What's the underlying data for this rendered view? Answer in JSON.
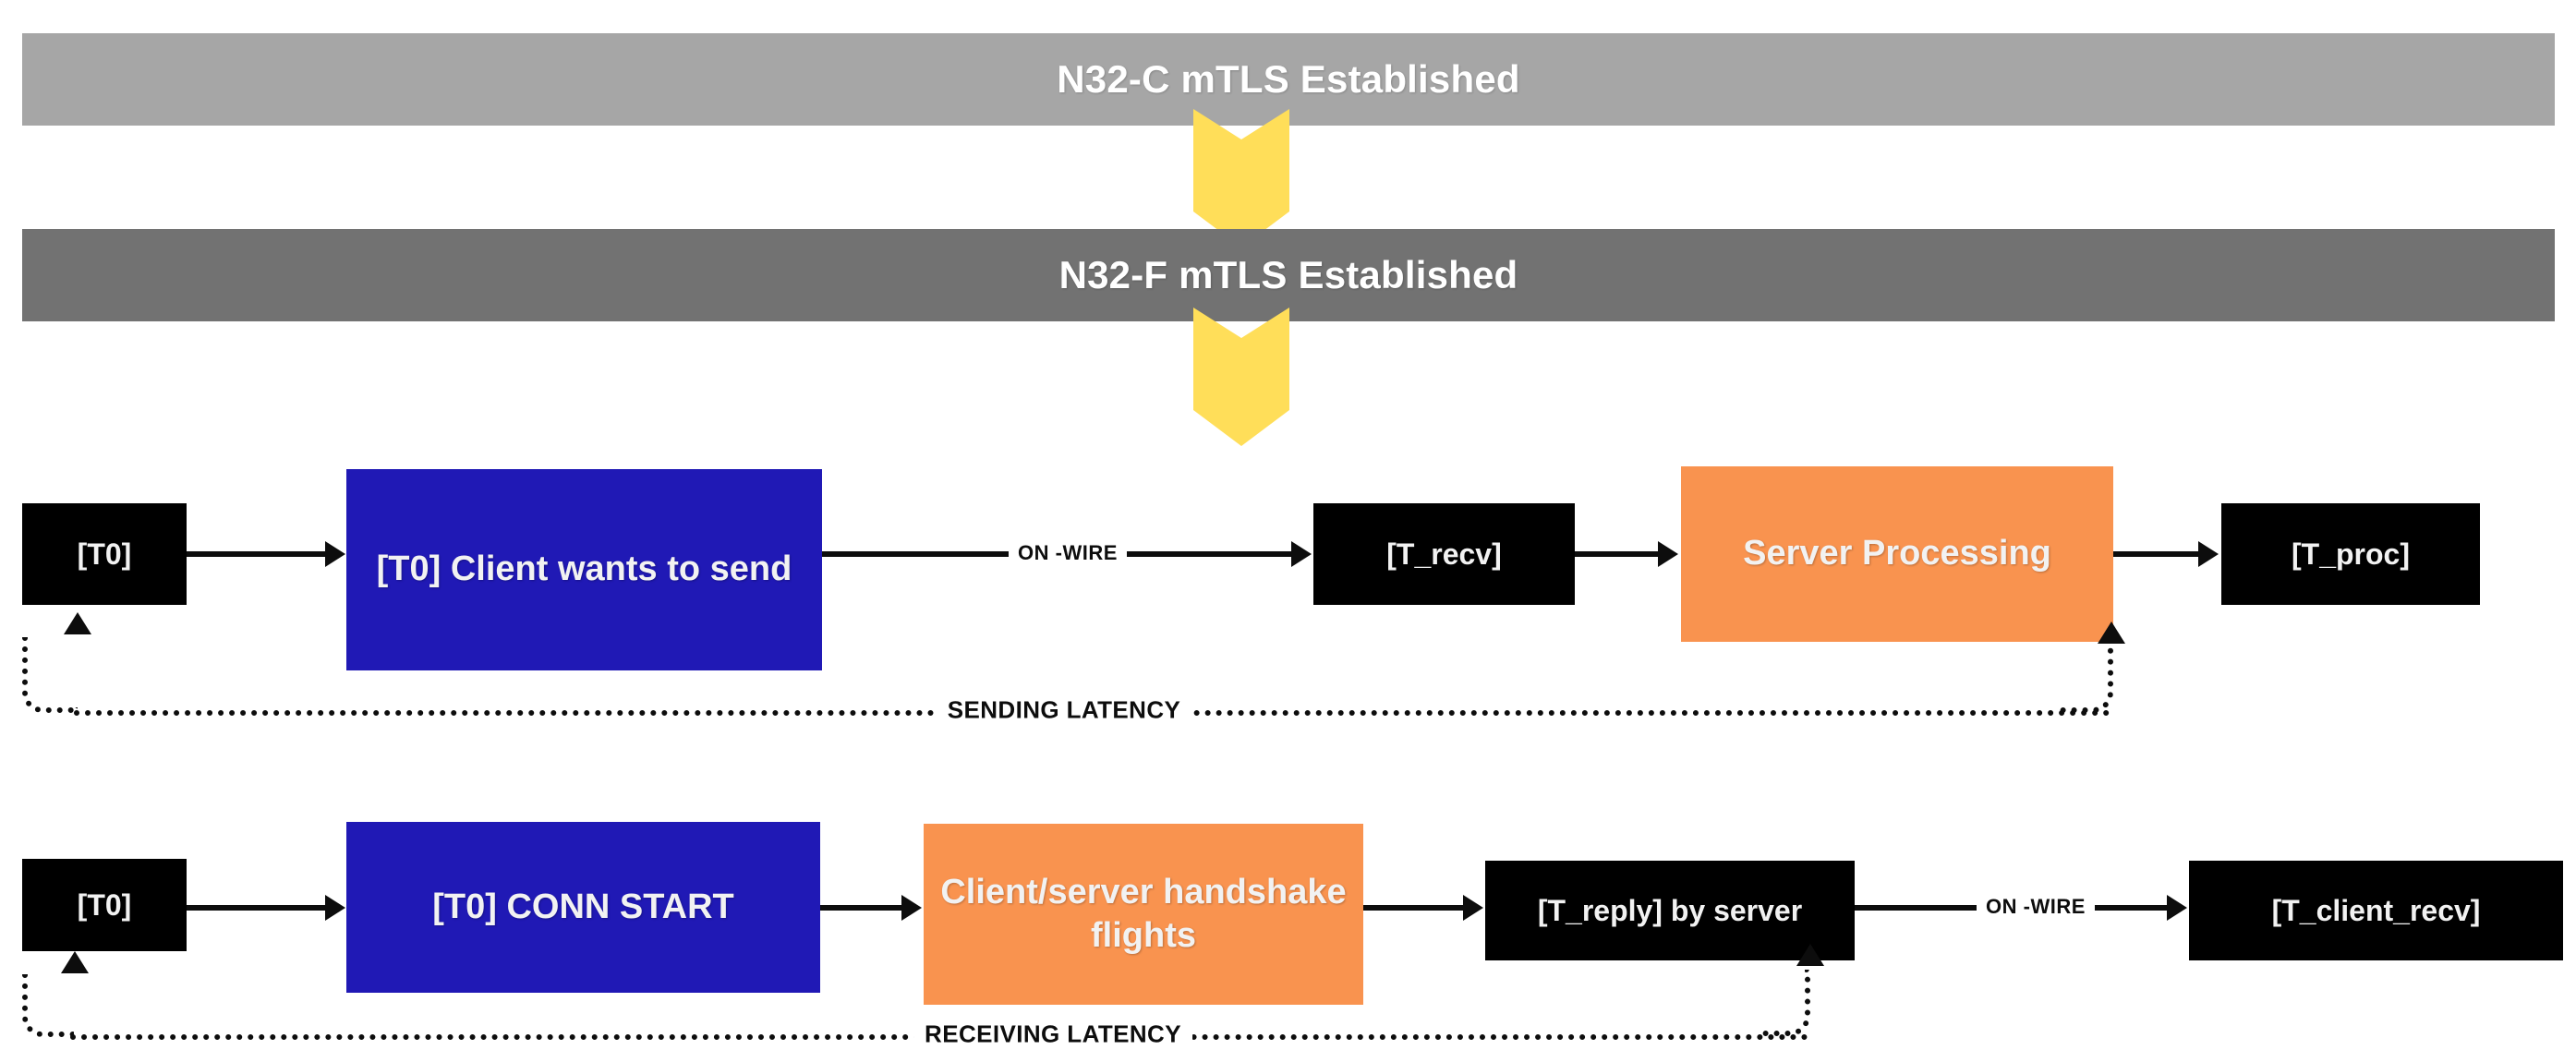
{
  "diagram": {
    "title_bars": [
      {
        "id": "n32c",
        "label": "N32-C mTLS Established",
        "color": "#a6a6a6"
      },
      {
        "id": "n32f",
        "label": "N32-F mTLS Established",
        "color": "#727272"
      }
    ],
    "connectors": {
      "chevron_color": "#ffde59",
      "chevron_count": 2
    },
    "colors": {
      "black_node": "#000000",
      "blue_node": "#2019b5",
      "orange_node": "#f9934f",
      "line": "#0d0d0d",
      "text_on_node": "#f2f2f2",
      "background": "#ffffff"
    },
    "flows": [
      {
        "id": "sending-flow",
        "latency_label": "SENDING LATENCY",
        "nodes": [
          {
            "id": "t0-send",
            "label": "[T0]",
            "style": "black"
          },
          {
            "id": "client-wants-send",
            "label": "[T0] Client wants to send",
            "style": "blue"
          },
          {
            "id": "t-recv",
            "label": "[T_recv]",
            "style": "black"
          },
          {
            "id": "server-processing",
            "label": "Server Processing",
            "style": "orange"
          },
          {
            "id": "t-proc",
            "label": "[T_proc]",
            "style": "black"
          }
        ],
        "edges": [
          {
            "id": "e1",
            "label": ""
          },
          {
            "id": "e2",
            "label": "ON -WIRE"
          },
          {
            "id": "e3",
            "label": ""
          },
          {
            "id": "e4",
            "label": ""
          }
        ]
      },
      {
        "id": "receiving-flow",
        "latency_label": "RECEIVING LATENCY",
        "nodes": [
          {
            "id": "t0-conn",
            "label": "[T0]",
            "style": "black"
          },
          {
            "id": "conn-start",
            "label": "[T0] CONN START",
            "style": "blue"
          },
          {
            "id": "handshake-flights",
            "label": "Client/server handshake flights",
            "style": "orange"
          },
          {
            "id": "t-reply",
            "label": "[T_reply] by server",
            "style": "black"
          },
          {
            "id": "t-client-recv",
            "label": "[T_client_recv]",
            "style": "black"
          }
        ],
        "edges": [
          {
            "id": "e1",
            "label": ""
          },
          {
            "id": "e2",
            "label": ""
          },
          {
            "id": "e3",
            "label": ""
          },
          {
            "id": "e4",
            "label": "ON -WIRE"
          }
        ]
      }
    ]
  }
}
